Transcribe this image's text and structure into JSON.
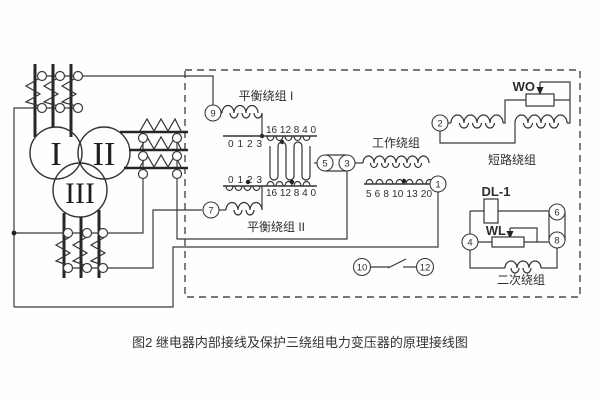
{
  "caption": "图2 继电器内部接线及保护三绕组电力变压器的原理接线图",
  "transformer": {
    "winding1": "I",
    "winding2": "II",
    "winding3": "III"
  },
  "relay": {
    "terminals": {
      "balance1": "9",
      "balance2": "7",
      "link_left": "5",
      "link_right": "3",
      "work_out": "1",
      "short": "2",
      "sec_left": "4",
      "sec_top": "6",
      "sec_right": "8",
      "contact_left": "10",
      "contact_right": "12"
    },
    "windings": {
      "balance1_label": "平衡绕组 I",
      "balance2_label": "平衡绕组 II",
      "working_label": "工作绕组",
      "short_circuit_label": "短路绕组",
      "secondary_label": "二次绕组"
    },
    "taps": {
      "balance1_coarse": "16 12 8 4 0",
      "balance1_fine": "0 1 2 3",
      "balance2_fine": "0 1 2 3",
      "balance2_coarse": "16 12 8 4 0",
      "working": "5 6 8 10 13 20"
    },
    "resistors": {
      "short_circuit": "WO",
      "secondary": "WL"
    },
    "relay_name": "DL-1"
  },
  "colors": {
    "line": "#3a3a3a",
    "background": "#fefefe"
  }
}
